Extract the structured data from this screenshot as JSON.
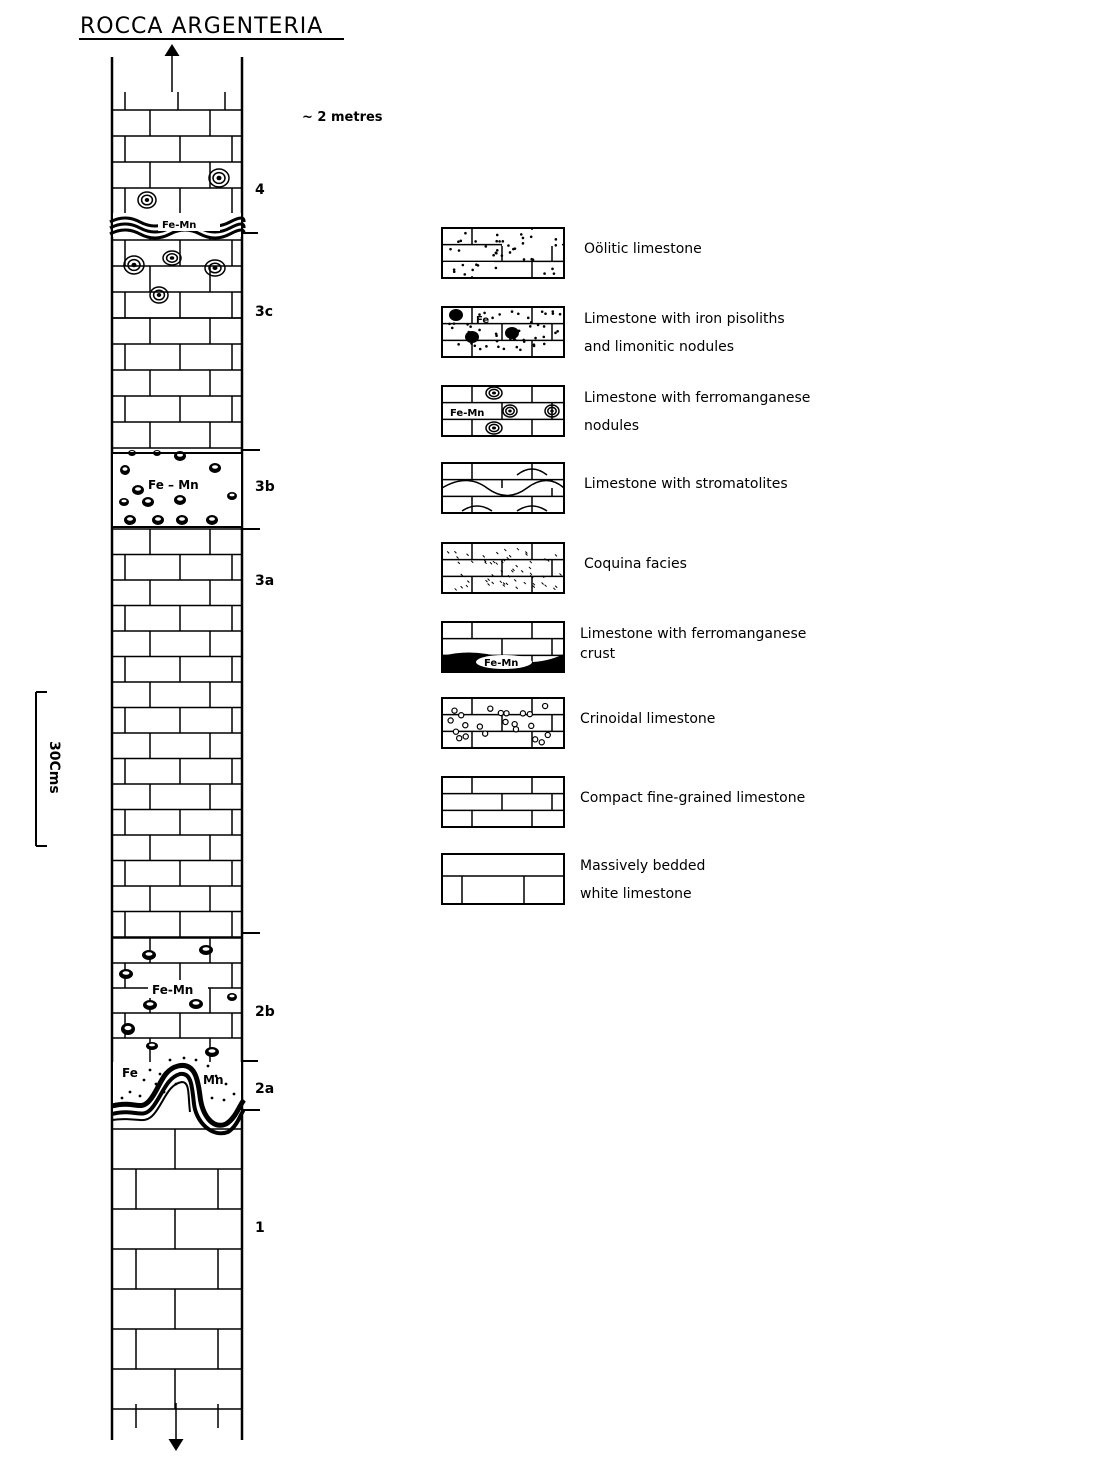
{
  "title": "ROCCA ARGENTERIA",
  "top_note": "~ 2 metres",
  "scale_bar": {
    "label": "30Cms"
  },
  "beds": [
    "4",
    "3c",
    "3b",
    "3a",
    "2b",
    "2a",
    "1"
  ],
  "chem": {
    "fe_mn": "Fe-Mn",
    "fe_mn_spaced": "Fe – Mn",
    "fe": "Fe",
    "mn": "Mn"
  },
  "legend": [
    {
      "id": "oolitic",
      "lines": [
        "Oölitic limestone"
      ]
    },
    {
      "id": "iron-pisoliths",
      "lines": [
        "Limestone with iron pisoliths",
        "and limonitic nodules"
      ]
    },
    {
      "id": "fe-mn-nodules",
      "lines": [
        "Limestone with ferromanganese",
        "nodules"
      ]
    },
    {
      "id": "stromatolites",
      "lines": [
        "Limestone with stromatolites"
      ]
    },
    {
      "id": "coquina",
      "lines": [
        "Coquina facies"
      ]
    },
    {
      "id": "fe-mn-crust",
      "lines": [
        "Limestone with ferromanganese",
        "crust"
      ]
    },
    {
      "id": "crinoidal",
      "lines": [
        "Crinoidal limestone"
      ]
    },
    {
      "id": "compact",
      "lines": [
        "Compact fine-grained limestone"
      ]
    },
    {
      "id": "massive",
      "lines": [
        "Massively bedded",
        "white limestone"
      ]
    }
  ]
}
